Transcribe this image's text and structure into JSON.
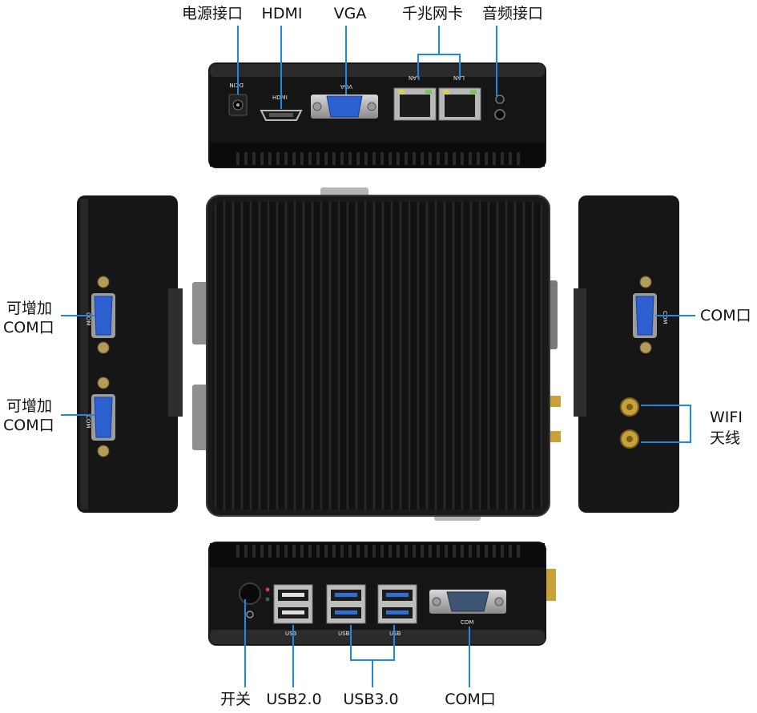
{
  "labels": {
    "top": {
      "power": "电源接口",
      "hdmi": "HDMI",
      "vga": "VGA",
      "lan": "千兆网卡",
      "audio": "音频接口"
    },
    "left": {
      "com1": [
        "可增加",
        "COM口"
      ],
      "com2": [
        "可增加",
        "COM口"
      ]
    },
    "right": {
      "com": "COM口",
      "wifi": [
        "WIFI",
        "天线"
      ]
    },
    "bottom": {
      "power_switch": "开关",
      "usb2": "USB2.0",
      "usb3": "USB3.0",
      "com": "COM口"
    }
  },
  "panel_print": {
    "dcin": "DCIN",
    "hdmi": "HDMI",
    "vga": "VGA",
    "lan1": "LAN",
    "lan2": "LAN",
    "usb_a": "USB",
    "usb_b": "USB",
    "usb_c": "USB",
    "com_front": "COM",
    "com_left_1": "COM",
    "com_left_2": "COM",
    "com_right": "COM"
  },
  "colors": {
    "callout_line": "#1e88e5",
    "body": "#141414",
    "vga_port": "#2c5fcf",
    "usb3_port": "#2f6fd6",
    "brass": "#c9a13a"
  }
}
